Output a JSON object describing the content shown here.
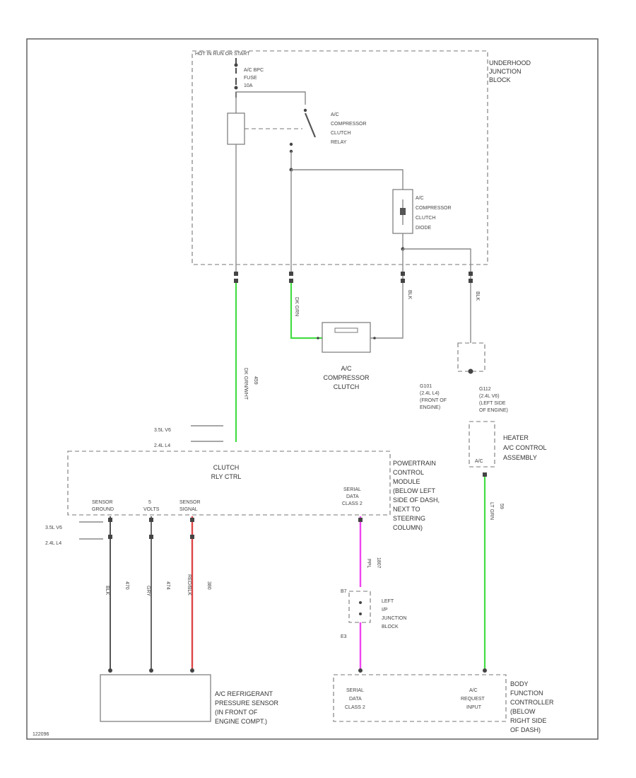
{
  "colors": {
    "green_wire": "#44dd44",
    "magenta_wire": "#ee44ee",
    "red_wire": "#dd4444",
    "gray_wire": "#8a8a8a"
  },
  "underhood": {
    "header": "HOT IN RUN OR START",
    "name_l1": "UNDERHOOD",
    "name_l2": "JUNCTION",
    "name_l3": "BLOCK"
  },
  "fuse": {
    "l1": "A/C BPC",
    "l2": "FUSE",
    "l3": "10A"
  },
  "relay": {
    "l1": "A/C",
    "l2": "COMPRESSOR",
    "l3": "CLUTCH",
    "l4": "RELAY"
  },
  "diode": {
    "l1": "A/C",
    "l2": "COMPRESSOR",
    "l3": "CLUTCH",
    "l4": "DIODE"
  },
  "clutch": {
    "l1": "A/C",
    "l2": "COMPRESSOR",
    "l3": "CLUTCH"
  },
  "wire_labels": {
    "w_relay_pcm_color": "DK GRN/WHT",
    "w_relay_pcm_num": "459",
    "w_clutch_feed": "DK GRN",
    "w_diode_gnd": "BLK",
    "w_heater_gnd": "BLK",
    "w_sensor_gnd": "BLK",
    "w_sensor_gnd_num": "470",
    "w_5v": "GRY",
    "w_5v_num": "474",
    "w_signal": "RED/BLK",
    "w_signal_num": "380",
    "w_serial_data": "PPL",
    "w_serial_data_num": "1807",
    "w_ac_request": "LT GRN",
    "w_ac_request_num": "59"
  },
  "grounds": {
    "g1_l1": "G101",
    "g1_l2": "(2.4L L4)",
    "g1_l3": "(FRONT OF",
    "g1_l4": "ENGINE)",
    "g2_l1": "G112",
    "g2_l2": "(2.4L V6)",
    "g2_l3": "(LEFT SIDE",
    "g2_l4": "OF ENGINE)"
  },
  "heater": {
    "l1": "HEATER",
    "l2": "A/C CONTROL",
    "l3": "ASSEMBLY",
    "ac_pin": "A/C"
  },
  "pcm": {
    "clutch_l1": "CLUTCH",
    "clutch_l2": "RLY CTRL",
    "name_l1": "POWERTRAIN",
    "name_l2": "CONTROL",
    "name_l3": "MODULE",
    "name_l4": "(BELOW LEFT",
    "name_l5": "SIDE OF DASH,",
    "name_l6": "NEXT TO",
    "name_l7": "STEERING",
    "name_l8": "COLUMN)",
    "pin1_l1": "SENSOR",
    "pin1_l2": "GROUND",
    "pin2_l1": "5",
    "pin2_l2": "VOLTS",
    "pin3_l1": "SENSOR",
    "pin3_l2": "SIGNAL",
    "pin4_l1": "SERIAL",
    "pin4_l2": "DATA",
    "pin4_l3": "CLASS 2"
  },
  "engine_variants": {
    "v6": "3.5L V6",
    "l4": "2.4L L4"
  },
  "splice": {
    "l1": "LEFT",
    "l2": "I/P",
    "l3": "JUNCTION",
    "l4": "BLOCK",
    "top_conn": "B7",
    "bot_conn": "E3"
  },
  "sensor": {
    "l1": "A/C REFRIGERANT",
    "l2": "PRESSURE SENSOR",
    "l3": "(IN FRONT OF",
    "l4": "ENGINE COMPT.)"
  },
  "bcm": {
    "pin1_l1": "SERIAL",
    "pin1_l2": "DATA",
    "pin1_l3": "CLASS 2",
    "pin2_l1": "A/C",
    "pin2_l2": "REQUEST",
    "pin2_l3": "INPUT",
    "name_l1": "BODY",
    "name_l2": "FUNCTION",
    "name_l3": "CONTROLLER",
    "name_l4": "(BELOW",
    "name_l5": "RIGHT SIDE",
    "name_l6": "OF DASH)"
  },
  "footer_id": "122096"
}
